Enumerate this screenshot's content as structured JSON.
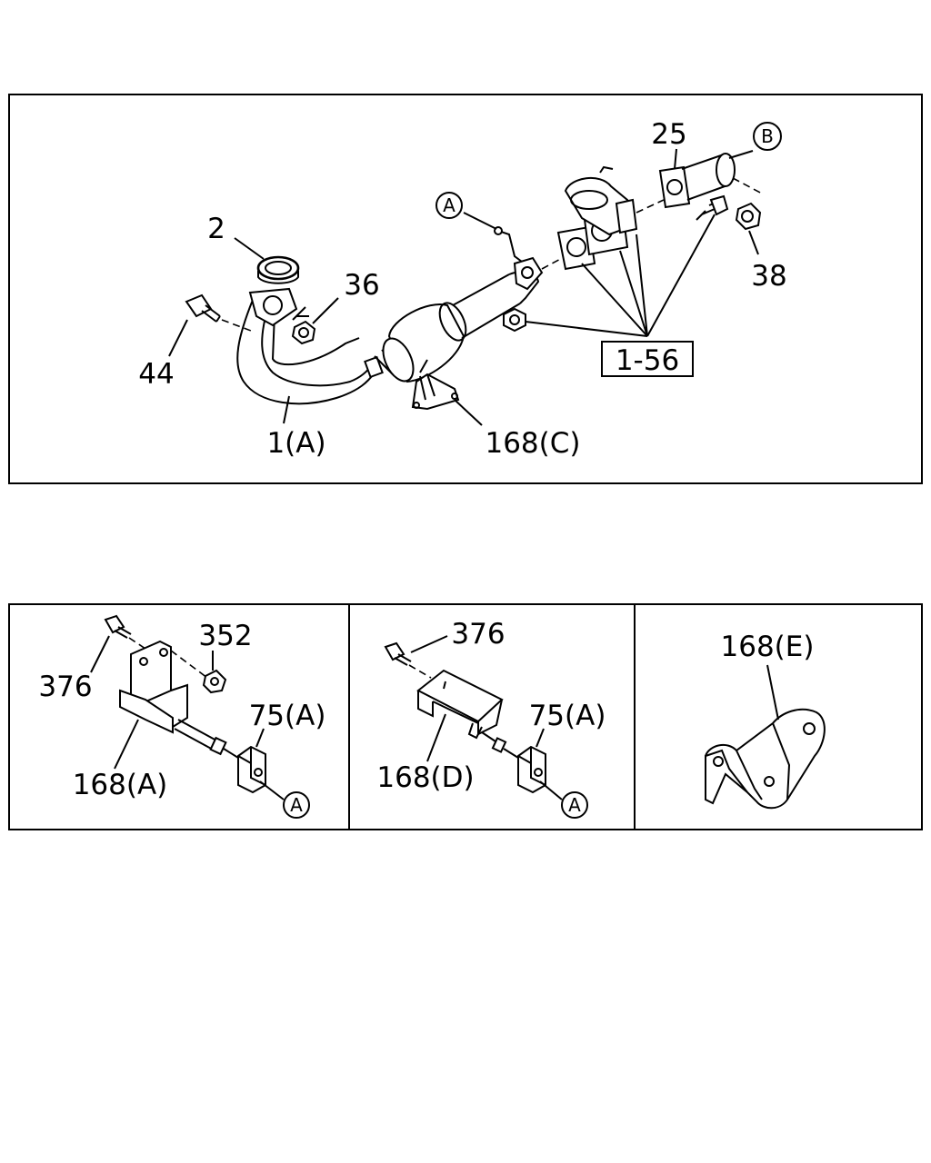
{
  "top_panel": {
    "labels": {
      "pipe_front": "1(A)",
      "gasket_ring": "2",
      "flange_pipe": "25",
      "nut_36": "36",
      "nut_38": "38",
      "bolt_44": "44",
      "bracket_c": "168(C)",
      "ref_box": "1-56",
      "callout_a": "A",
      "callout_b": "B"
    }
  },
  "bottom_left": {
    "labels": {
      "bolt": "376",
      "nut": "352",
      "bracket": "168(A)",
      "rubber": "75(A)",
      "callout_a": "A"
    }
  },
  "bottom_middle": {
    "labels": {
      "bolt": "376",
      "bracket": "168(D)",
      "rubber": "75(A)",
      "callout_a": "A"
    }
  },
  "bottom_right": {
    "labels": {
      "bracket": "168(E)"
    }
  }
}
